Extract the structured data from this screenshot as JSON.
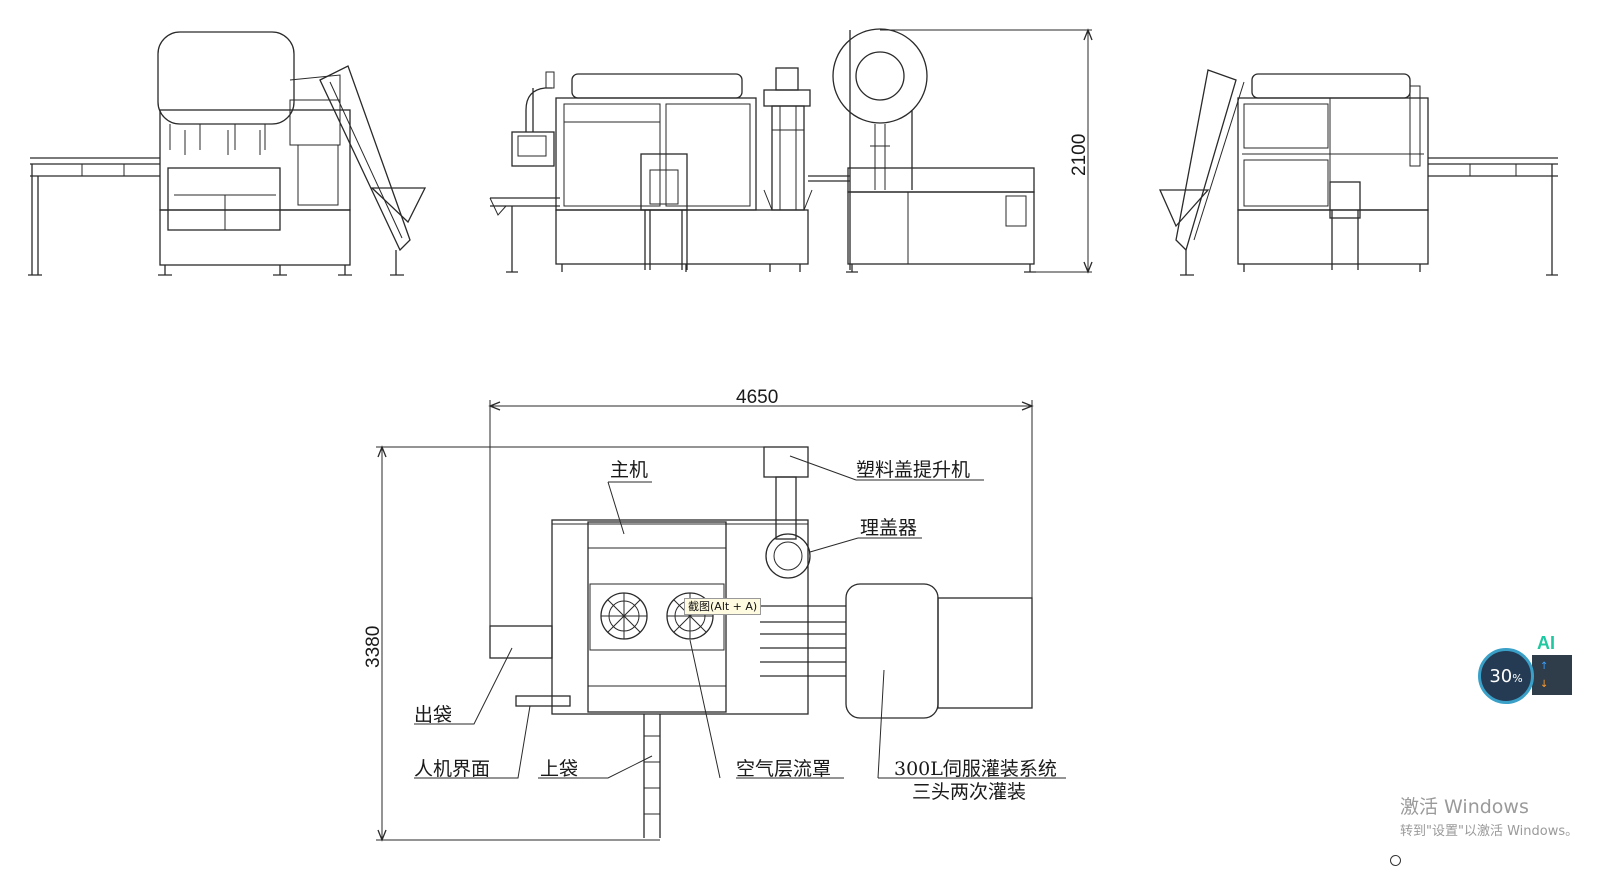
{
  "drawing": {
    "dimensions": {
      "width_top": "4650",
      "height_side": "2100",
      "depth_plan": "3380"
    },
    "labels": {
      "main_machine": "主机",
      "cap_elevator": "塑料盖提升机",
      "cap_sorter": "理盖器",
      "bag_out": "出袋",
      "hmi": "人机界面",
      "bag_in": "上袋",
      "air_hood": "空气层流罩",
      "filling_system_line1": "300L伺服灌装系统",
      "filling_system_line2": "三头两次灌装"
    }
  },
  "tooltip": {
    "text": "截图(Alt + A)"
  },
  "windows_watermark": {
    "title": "激活 Windows",
    "subtitle": "转到\"设置\"以激活 Windows。"
  },
  "performance_widget": {
    "ai_label": "AI",
    "percent": "30",
    "percent_sign": "%",
    "up": "↑",
    "down": "↓"
  },
  "colors": {
    "line": "#2a2a2a",
    "watermark": "#9a9a9a",
    "gauge_bg": "#243b53",
    "gauge_ring": "#3aa0c8",
    "ai_green": "#1fc8a0"
  }
}
